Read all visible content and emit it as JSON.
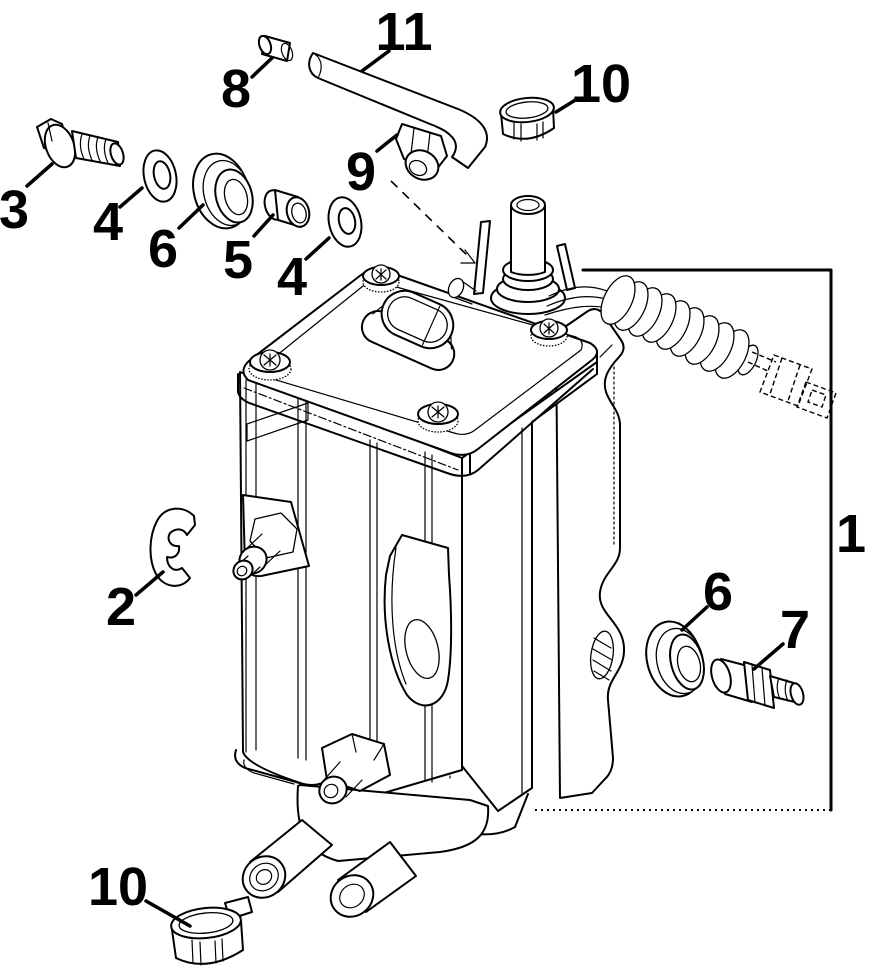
{
  "diagram": {
    "type": "exploded-parts-diagram",
    "subject": "fuel pump assembly",
    "background_color": "#ffffff",
    "line_color": "#000000",
    "callout_count": 14,
    "callouts": [
      {
        "label": "1"
      },
      {
        "label": "2"
      },
      {
        "label": "3"
      },
      {
        "label": "4"
      },
      {
        "label": "4"
      },
      {
        "label": "5"
      },
      {
        "label": "6"
      },
      {
        "label": "6"
      },
      {
        "label": "7"
      },
      {
        "label": "8"
      },
      {
        "label": "9"
      },
      {
        "label": "10"
      },
      {
        "label": "10"
      },
      {
        "label": "11"
      }
    ]
  }
}
